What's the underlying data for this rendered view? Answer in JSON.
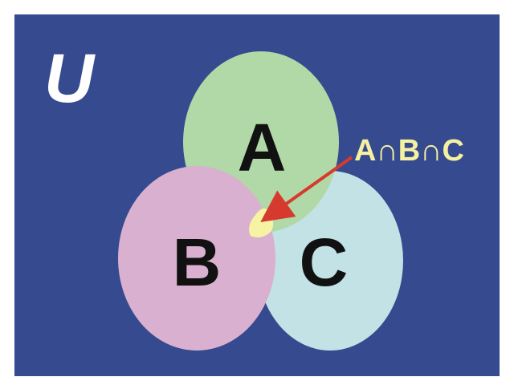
{
  "universe_label": "U",
  "sets": [
    {
      "label": "A",
      "color": "#b1d8a7"
    },
    {
      "label": "B",
      "color": "#d9b0d0"
    },
    {
      "label": "C",
      "color": "#c2e2e5"
    }
  ],
  "intersection": {
    "parts": [
      "A",
      "∩",
      "B",
      "∩",
      "C"
    ],
    "text_color": "#f6f1a0",
    "region_color": "#f6f3a3",
    "arrow_color": "#d63a2e"
  },
  "colors": {
    "background": "#354a8f",
    "label_text": "#111111",
    "universe_text": "#ffffff"
  }
}
